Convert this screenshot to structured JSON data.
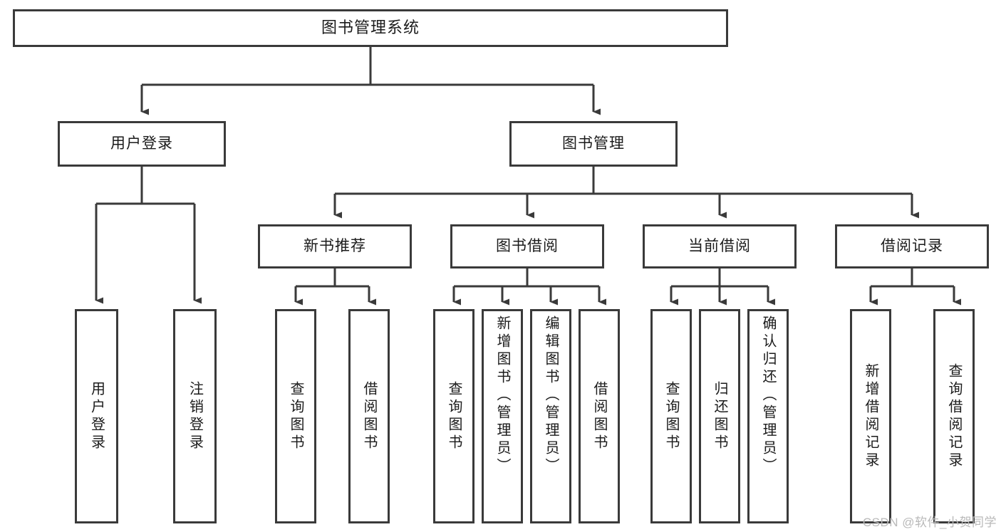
{
  "diagram": {
    "title": "图书管理系统",
    "type": "tree-hierarchy-chart",
    "root": {
      "label": "图书管理系统"
    },
    "level2": [
      {
        "label": "用户登录"
      },
      {
        "label": "图书管理"
      }
    ],
    "level3": [
      {
        "label": "新书推荐"
      },
      {
        "label": "图书借阅"
      },
      {
        "label": "当前借阅"
      },
      {
        "label": "借阅记录"
      }
    ],
    "leaves": {
      "user_login": [
        {
          "label": "用户登录"
        },
        {
          "label": "注销登录"
        }
      ],
      "new_book_recommend": [
        {
          "label": "查询图书"
        },
        {
          "label": "借阅图书"
        }
      ],
      "book_borrow": [
        {
          "label": "查询图书"
        },
        {
          "label": "新增图书（管理员）"
        },
        {
          "label": "编辑图书（管理员）"
        },
        {
          "label": "借阅图书"
        }
      ],
      "current_borrow": [
        {
          "label": "查询图书"
        },
        {
          "label": "归还图书"
        },
        {
          "label": "确认归还（管理员）"
        }
      ],
      "borrow_record": [
        {
          "label": "新增借阅记录"
        },
        {
          "label": "查询借阅记录"
        }
      ]
    }
  },
  "watermark": {
    "text": "CSDN @软件_小贺同学"
  },
  "colors": {
    "border": "#3a3a3a",
    "background": "#ffffff",
    "text": "#1b1b1b",
    "watermark": "#b9b9b9"
  }
}
